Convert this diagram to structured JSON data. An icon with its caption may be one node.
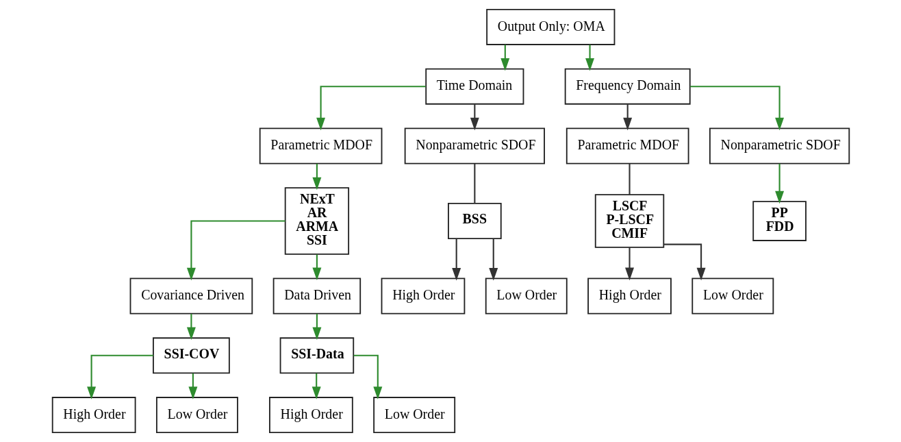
{
  "diagram": {
    "nodes": [
      {
        "text": [
          "Output Only: OMA"
        ]
      },
      {
        "text": [
          "Time Domain"
        ]
      },
      {
        "text": [
          "Frequency Domain"
        ]
      },
      {
        "text": [
          "Parametric MDOF"
        ]
      },
      {
        "text": [
          "Nonparametric SDOF"
        ]
      },
      {
        "text": [
          "Parametric MDOF"
        ]
      },
      {
        "text": [
          "Nonparametric SDOF"
        ]
      },
      {
        "text": [
          "NExT",
          "AR",
          "ARMA",
          "SSI"
        ]
      },
      {
        "text": [
          "BSS"
        ]
      },
      {
        "text": [
          "High Order"
        ]
      },
      {
        "text": [
          "Low Order"
        ]
      },
      {
        "text": [
          "LSCF",
          "P-LSCF",
          "CMIF"
        ]
      },
      {
        "text": [
          "PP",
          "FDD"
        ]
      },
      {
        "text": [
          "High Order"
        ]
      },
      {
        "text": [
          "Low Order"
        ]
      },
      {
        "text": [
          "Covariance Driven"
        ]
      },
      {
        "text": [
          "Data Driven"
        ]
      },
      {
        "text": [
          "SSI-COV"
        ]
      },
      {
        "text": [
          "SSI-Data"
        ]
      },
      {
        "text": [
          "High Order"
        ]
      },
      {
        "text": [
          "Low Order"
        ]
      },
      {
        "text": [
          "High Order"
        ]
      },
      {
        "text": [
          "Low Order"
        ]
      }
    ],
    "edges": [
      {
        "from": 0,
        "to": 1,
        "arrow": "to"
      },
      {
        "from": 0,
        "to": 2,
        "arrow": "to"
      },
      {
        "from": 1,
        "to": 3,
        "arrow": "to"
      },
      {
        "from": 1,
        "to": 4,
        "arrow": "to",
        "color": "#333333"
      },
      {
        "from": 2,
        "to": 5,
        "arrow": "to",
        "color": "#333333"
      },
      {
        "from": 2,
        "to": 6,
        "arrow": "to"
      },
      {
        "from": 3,
        "to": 7,
        "arrow": "to"
      },
      {
        "from": 4,
        "to": 8,
        "arrow": "none",
        "color": "#333333"
      },
      {
        "from": 8,
        "to": 9,
        "arrow": "to",
        "color": "#333333"
      },
      {
        "from": 8,
        "to": 10,
        "arrow": "to",
        "color": "#333333"
      },
      {
        "from": 5,
        "to": 11,
        "arrow": "none",
        "color": "#333333"
      },
      {
        "from": 6,
        "to": 12,
        "arrow": "to"
      },
      {
        "from": 11,
        "to": 13,
        "arrow": "to",
        "color": "#333333"
      },
      {
        "from": 11,
        "to": 14,
        "arrow": "to",
        "color": "#333333"
      },
      {
        "from": 7,
        "to": 15,
        "arrow": "to"
      },
      {
        "from": 7,
        "to": 16,
        "arrow": "to"
      },
      {
        "from": 15,
        "to": 17,
        "arrow": "to"
      },
      {
        "from": 16,
        "to": 18,
        "arrow": "to"
      },
      {
        "from": 17,
        "to": 19,
        "arrow": "to"
      },
      {
        "from": 17,
        "to": 20,
        "arrow": "to"
      },
      {
        "from": 18,
        "to": 21,
        "arrow": "to"
      },
      {
        "from": 18,
        "to": 22,
        "arrow": "to"
      }
    ]
  }
}
